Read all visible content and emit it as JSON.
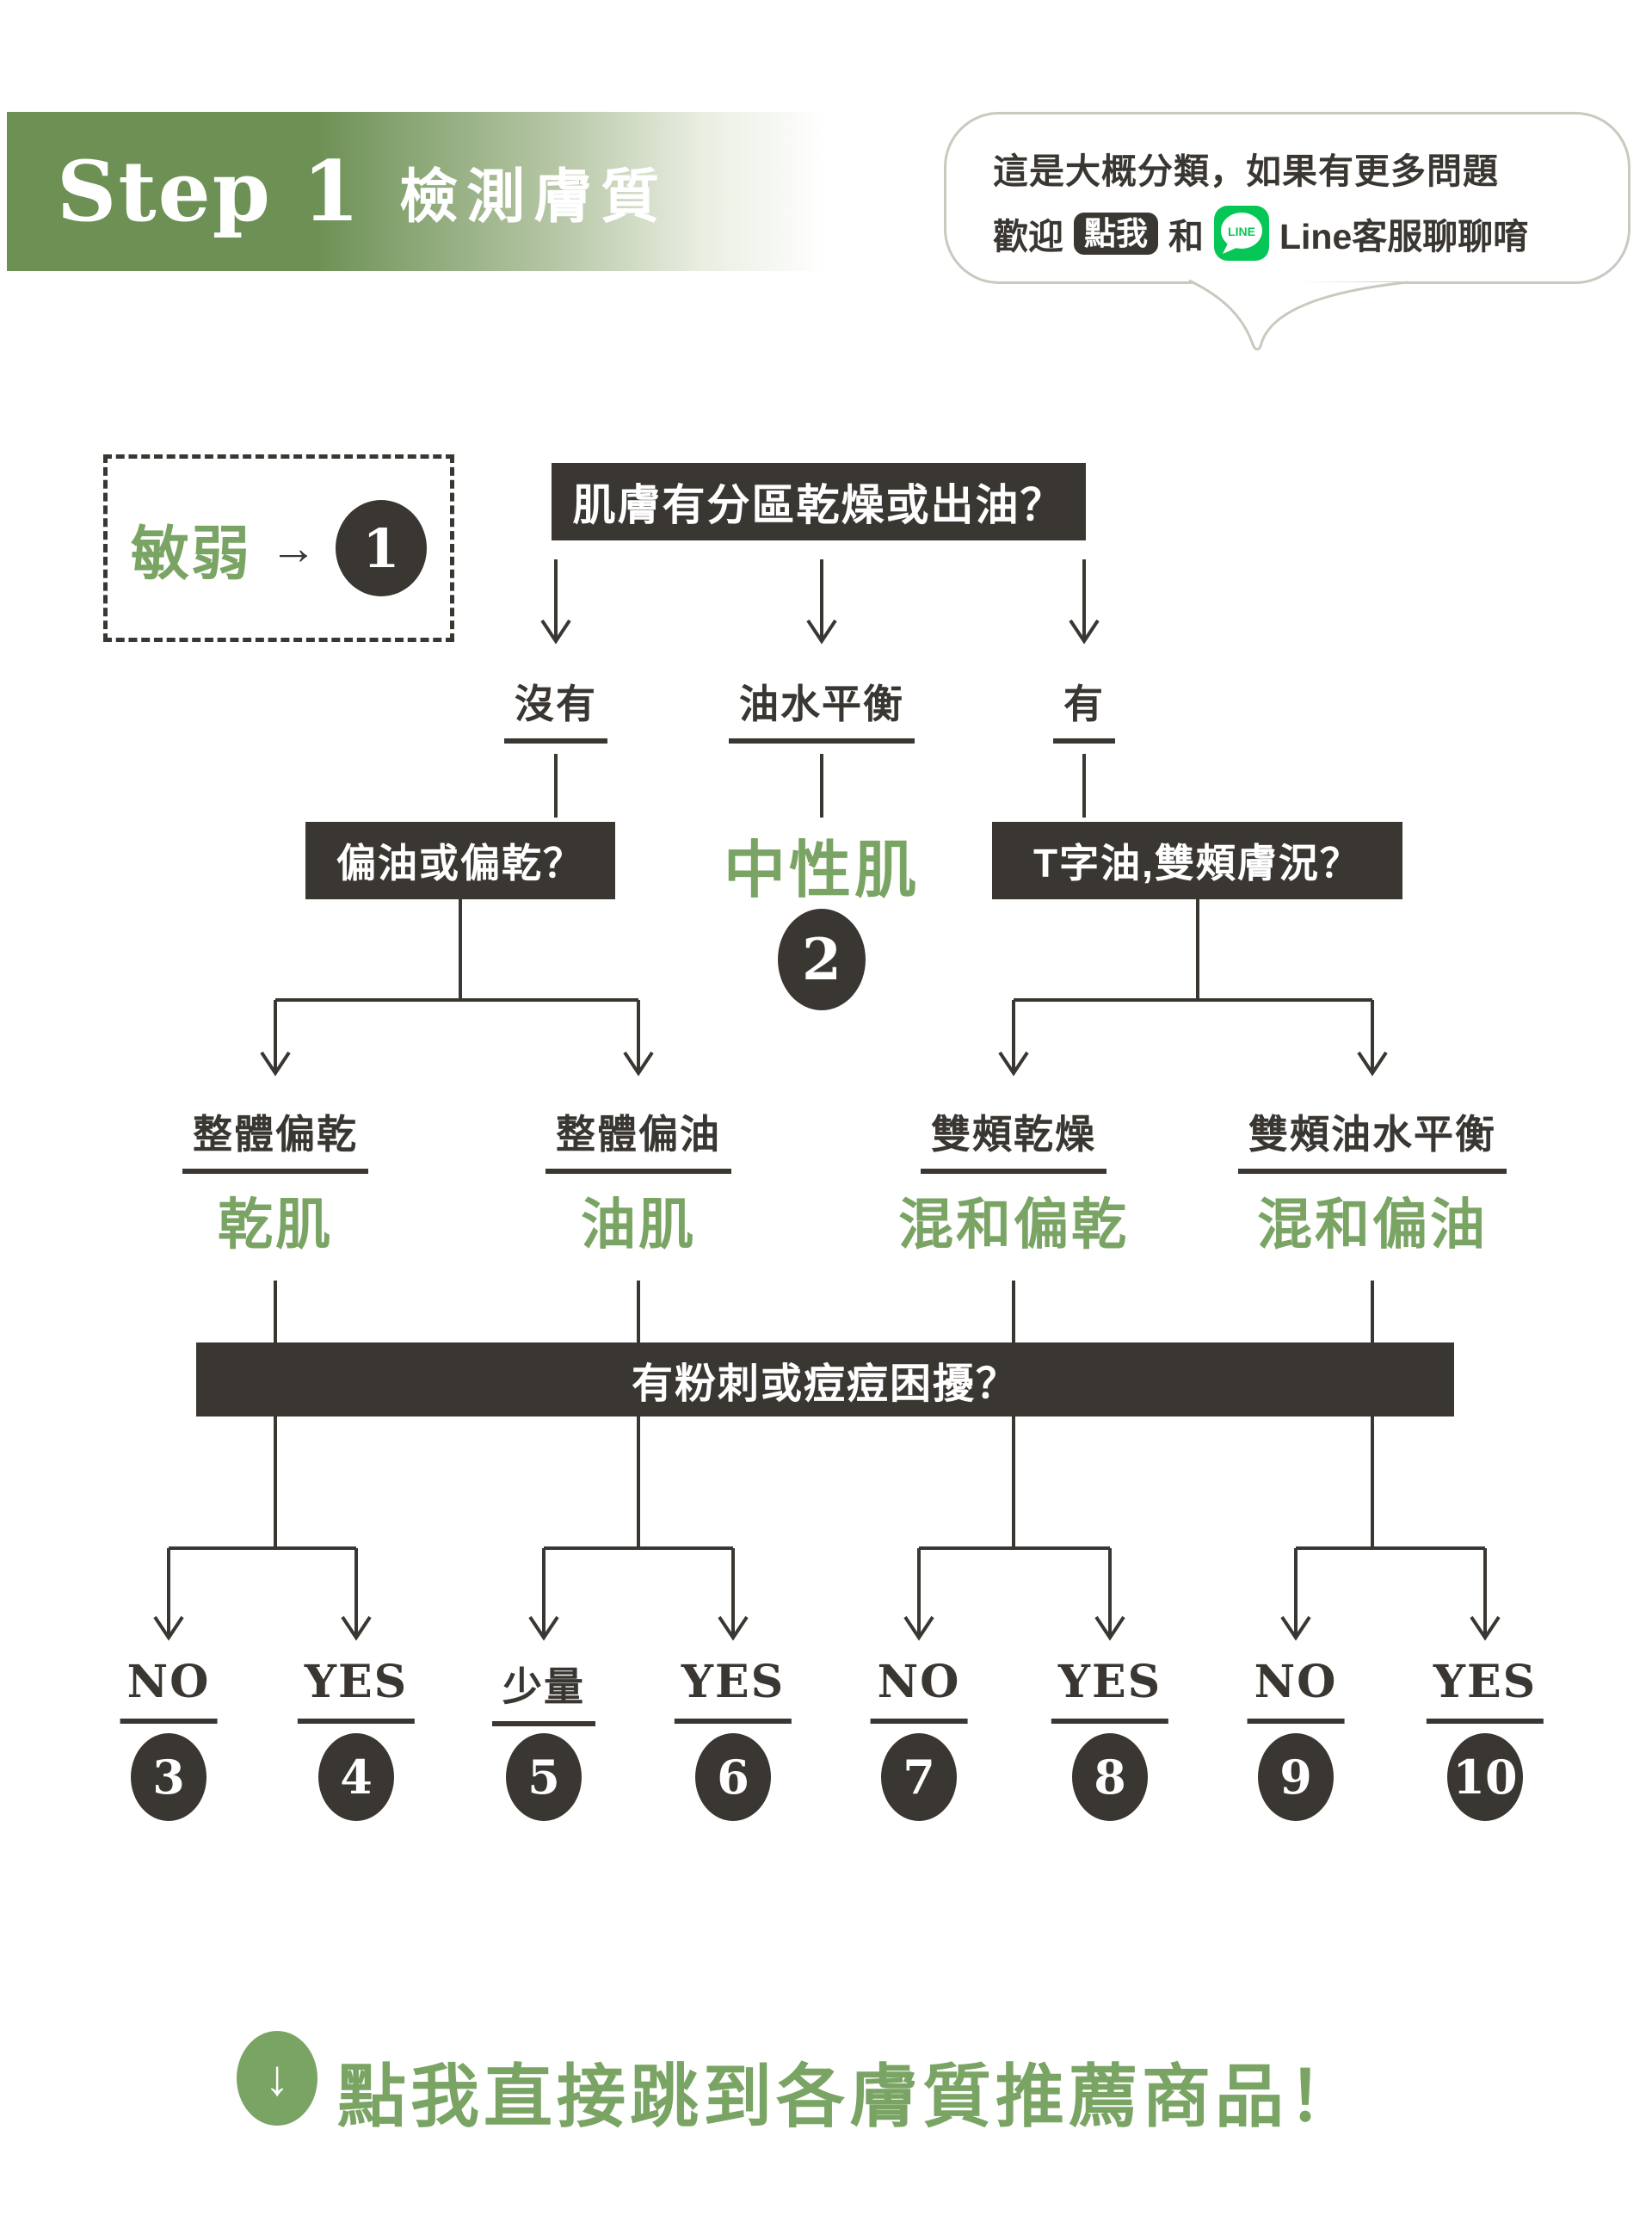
{
  "header": {
    "step_label": "Step 1",
    "title": "檢測膚質"
  },
  "bubble": {
    "line1": "這是大概分類，如果有更多問題",
    "line2_prefix": "歡迎",
    "badge_label": "點我",
    "line2_and": "和",
    "line_icon_label": "LINE",
    "line2_suffix": "Line客服聊聊唷"
  },
  "sensitive": {
    "label": "敏弱",
    "arrow": "→",
    "number": "1"
  },
  "questions": {
    "q1": "肌膚有分區乾燥或出油？",
    "q2": "有粉刺或痘痘困擾？"
  },
  "branch1": {
    "no": "沒有",
    "balanced": "油水平衡",
    "yes": "有"
  },
  "row3": {
    "left_question": "偏油或偏乾？",
    "neutral_label": "中性肌",
    "neutral_number": "2",
    "right_question": "T字油,雙頰膚況？"
  },
  "skin_types": [
    {
      "condition": "整體偏乾",
      "type": "乾肌"
    },
    {
      "condition": "整體偏油",
      "type": "油肌"
    },
    {
      "condition": "雙頰乾燥",
      "type": "混和偏乾"
    },
    {
      "condition": "雙頰油水平衡",
      "type": "混和偏油"
    }
  ],
  "answers": [
    {
      "label": "NO",
      "number": "3"
    },
    {
      "label": "YES",
      "number": "4"
    },
    {
      "label": "少量",
      "number": "5"
    },
    {
      "label": "YES",
      "number": "6"
    },
    {
      "label": "NO",
      "number": "7"
    },
    {
      "label": "YES",
      "number": "8"
    },
    {
      "label": "NO",
      "number": "9"
    },
    {
      "label": "YES",
      "number": "10"
    }
  ],
  "cta": {
    "arrow": "↓",
    "text": "點我直接跳到各膚質推薦商品！"
  },
  "colors": {
    "dark": "#3a3632",
    "green": "#7aa464",
    "banner_green": "#6d9155",
    "line_app_green": "#06c755",
    "bubble_border": "#c9c9bf"
  }
}
